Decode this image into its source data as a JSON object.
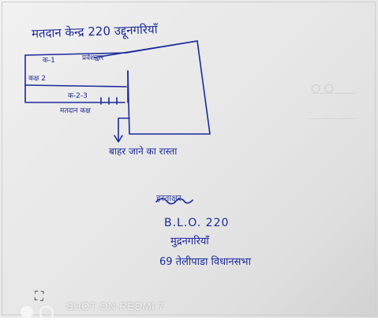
{
  "note": {
    "title": "मतदान केन्द्र 220 उद्दूनगरियाँ",
    "diagram_labels": {
      "room_1": "क-1",
      "entrance": "प्रवेशद्वार",
      "room_2": "कक्ष 2",
      "room_3": "क-2-3",
      "polling_booth": "मतदान कक्ष",
      "exit": "बाहर जाने का रास्ता"
    },
    "signature_block": {
      "signature": "हस्ताक्षर",
      "designation": "B.L.O. 220",
      "village": "मुद्रनगरियाँ",
      "constituency": "69 तेलीपाडा विधानसभा"
    }
  },
  "watermark": {
    "text": "SHOT ON REDMI 7"
  },
  "colors": {
    "ink": "#1a2a9a",
    "paper": "#ececec"
  }
}
